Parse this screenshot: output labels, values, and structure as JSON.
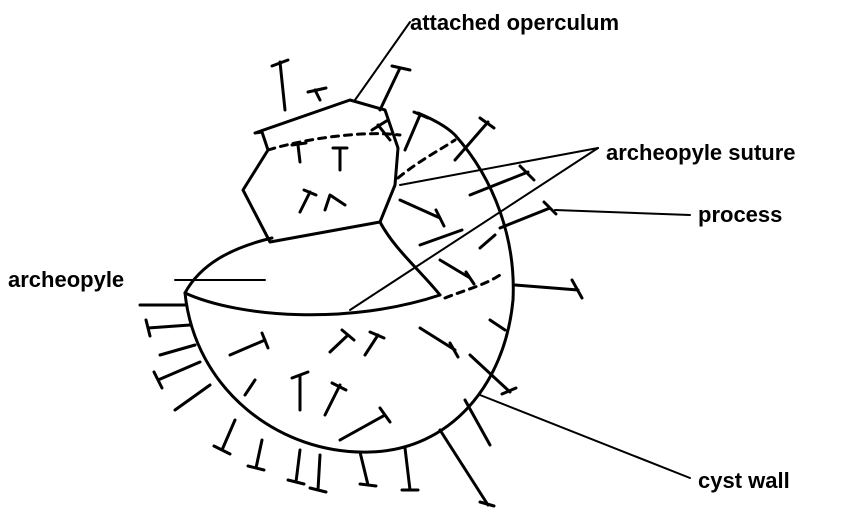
{
  "labels": {
    "attached_operculum": "attached operculum",
    "archeopyle_suture": "archeopyle suture",
    "process": "process",
    "archeopyle": "archeopyle",
    "cyst_wall": "cyst wall"
  },
  "colors": {
    "ink": "#000000",
    "background": "#ffffff"
  }
}
